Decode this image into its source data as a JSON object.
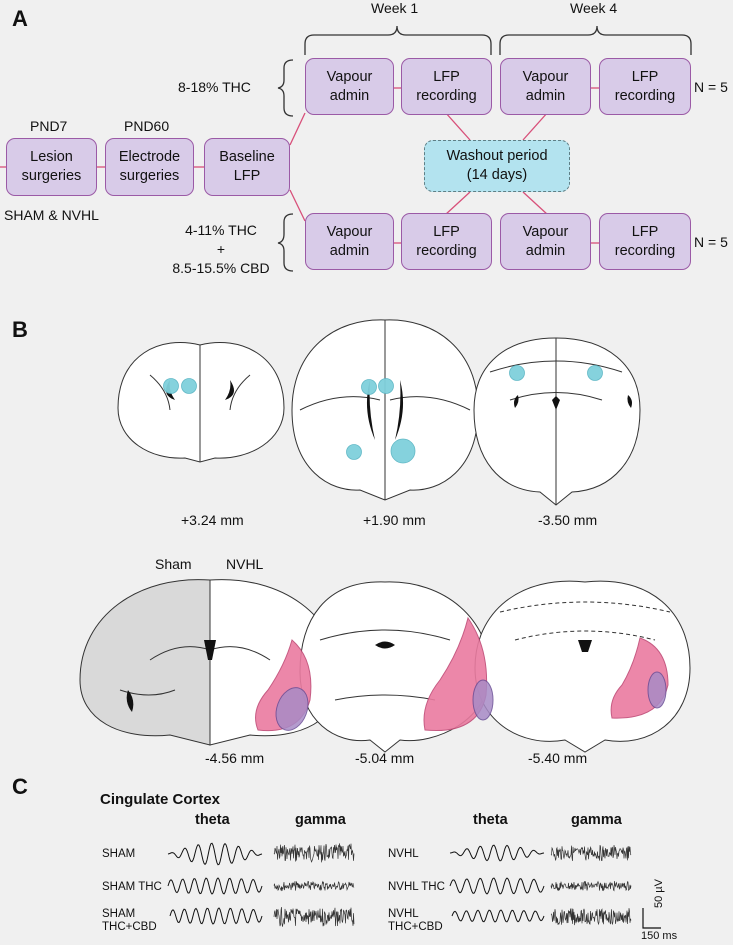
{
  "panel_a": {
    "letter": "A",
    "week1": "Week 1",
    "week4": "Week 4",
    "pnd7": "PND7",
    "pnd60": "PND60",
    "lesion": "Lesion\nsurgeries",
    "electrode": "Electrode\nsurgeries",
    "baseline": "Baseline\nLFP",
    "groups": "SHAM & NVHL",
    "thc_label": "8-18% THC",
    "mix_label": "4-11% THC\n+\n8.5-15.5% CBD",
    "vapour": "Vapour\nadmin",
    "lfp": "LFP\nrecording",
    "washout": "Washout period\n(14 days)",
    "n1": "N = 5",
    "n2": "N = 5"
  },
  "panel_b": {
    "letter": "B",
    "top_coords": [
      "+3.24 mm",
      "+1.90 mm",
      "-3.50 mm"
    ],
    "bottom_coords": [
      "-4.56 mm",
      "-5.04 mm",
      "-5.40 mm"
    ],
    "sham": "Sham",
    "nvhl": "NVHL"
  },
  "panel_c": {
    "letter": "C",
    "title": "Cingulate Cortex",
    "theta": "theta",
    "gamma": "gamma",
    "left_rows": [
      "SHAM",
      "SHAM THC",
      "SHAM\nTHC+CBD"
    ],
    "right_rows": [
      "NVHL",
      "NVHL THC",
      "NVHL\nTHC+CBD"
    ],
    "scale_v": "50 µV",
    "scale_t": "150 ms"
  },
  "colors": {
    "box_fill": "#d8cbe8",
    "box_border": "#9b5aa6",
    "washout_fill": "#b3e3ef",
    "connector": "#d8507a",
    "marker": "#7fd0dc",
    "lesion": "#ea7ba0"
  }
}
